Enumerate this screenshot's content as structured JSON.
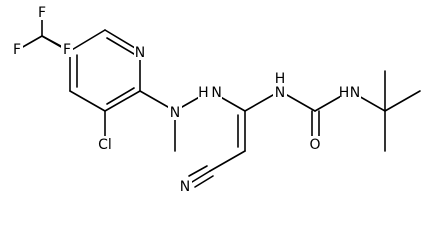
{
  "labels": {
    "f_top": "F",
    "f_left": "F",
    "f_right": "F",
    "n_ring": "N",
    "cl": "Cl",
    "n_methyl": "N",
    "hn": "H N",
    "h_urea": "H",
    "n_urea_left": "N",
    "n_urea_right": "N",
    "h_urea_right": "H",
    "o": "O",
    "n_nitrile": "N"
  },
  "colors": {
    "bond": "#000000",
    "text": "#000000",
    "background": "#ffffff"
  }
}
